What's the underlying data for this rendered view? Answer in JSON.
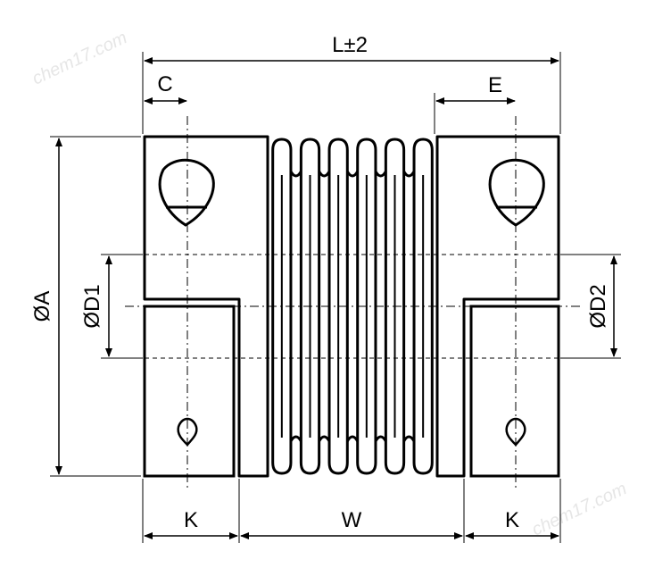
{
  "labels": {
    "overall_length": "L±2",
    "c": "C",
    "e": "E",
    "outer_diameter": "ØA",
    "bore_1": "ØD1",
    "bore_2": "ØD2",
    "k_left": "K",
    "w": "W",
    "k_right": "K"
  },
  "watermark": "chem17.com",
  "colors": {
    "line": "#000000",
    "watermark": "#e6e6e6"
  }
}
